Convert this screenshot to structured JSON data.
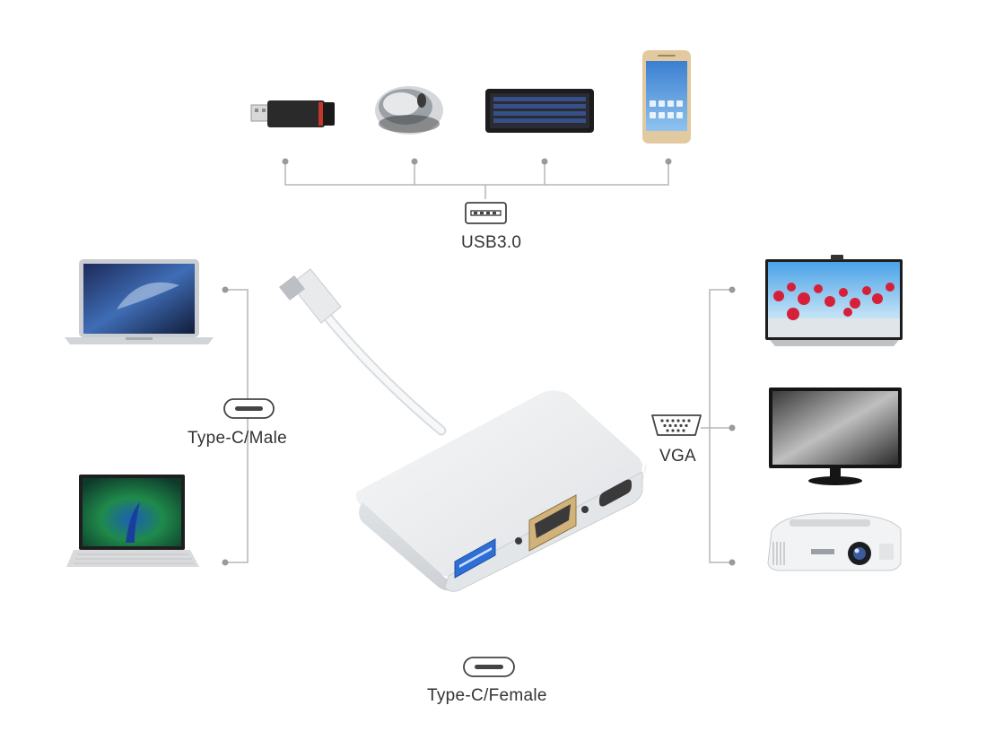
{
  "labels": {
    "usb": "USB3.0",
    "typec_male": "Type-C/Male",
    "vga": "VGA",
    "typec_female": "Type-C/Female"
  },
  "devices": {
    "top": [
      "usb-flash-drive",
      "mouse",
      "keyboard",
      "smartphone"
    ],
    "left": [
      "macbook-laptop",
      "surface-laptop"
    ],
    "right": [
      "television",
      "monitor",
      "projector"
    ]
  },
  "hub_ports": [
    "usb3-port",
    "vga-port",
    "type-c-port"
  ],
  "colors": {
    "line": "#b5b5b5",
    "usb_port_blue": "#2d6fd6",
    "hub_body": "#eceef0"
  },
  "icons": {
    "usb": "usb-port-icon",
    "typec": "type-c-port-icon",
    "vga": "vga-port-icon"
  }
}
